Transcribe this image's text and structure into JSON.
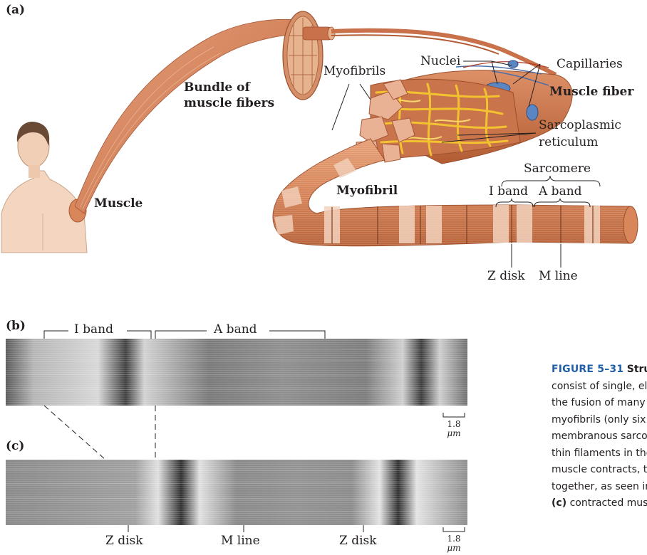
{
  "panel_a": {
    "panel_label": "(a)",
    "labels": {
      "muscle": "Muscle",
      "bundle": [
        "Bundle of",
        "muscle fibers"
      ],
      "myofibrils": "Myofibrils",
      "nuclei": "Nuclei",
      "capillaries": "Capillaries",
      "muscle_fiber": "Muscle fiber",
      "sr": [
        "Sarcoplasmic",
        "reticulum"
      ],
      "myofibril": "Myofibril",
      "sarcomere": "Sarcomere",
      "i_band": "I band",
      "a_band": "A band",
      "z_disk": "Z disk",
      "m_line": "M line"
    }
  },
  "panel_b": {
    "panel_label": "(b)",
    "i_band": "I band",
    "a_band": "A band",
    "scale_value": "1.8",
    "scale_unit": "μm"
  },
  "panel_c": {
    "panel_label": "(c)",
    "z_disk_left": "Z disk",
    "m_line": "M line",
    "z_disk_right": "Z disk",
    "scale_value": "1.8",
    "scale_unit": "μm"
  },
  "caption": {
    "figure_number": "FIGURE 5–31",
    "title": "Struct",
    "lines": [
      "consist of single, elon",
      "the fusion of many p",
      "myofibrils (only six a",
      "membranous sarcopl",
      "thin filaments in the",
      "muscle contracts, the",
      "together, as seen in e"
    ],
    "last_panel": "(c)",
    "last_text": "contracted muscl"
  },
  "colors": {
    "muscle": "#d9875a",
    "muscle_dark": "#b8643a",
    "sr": "#f2c230",
    "nucleus": "#5b86c4",
    "caption_blue": "#1f5fa8"
  }
}
